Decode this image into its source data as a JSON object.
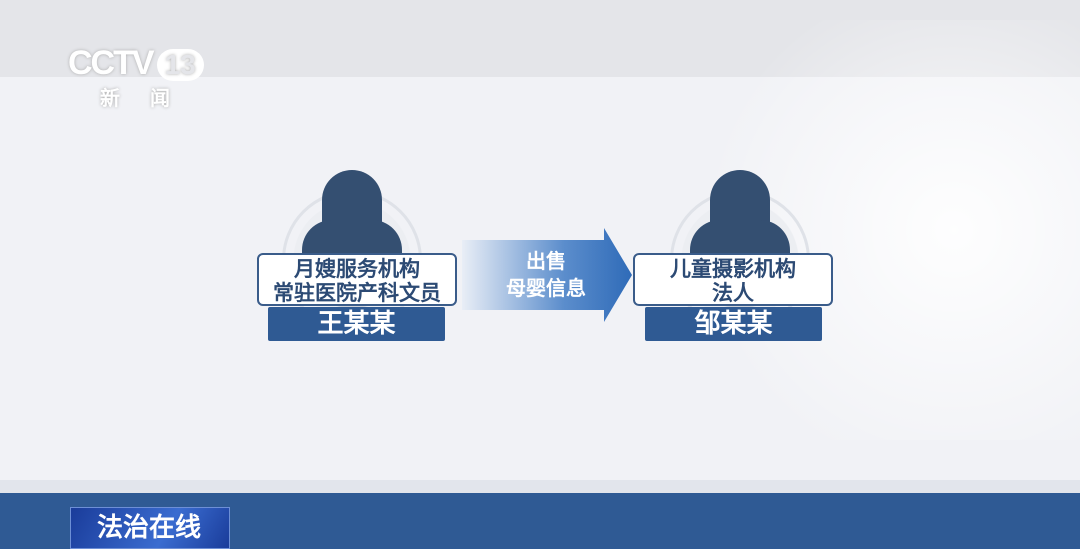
{
  "channel_logo": {
    "text": "CCTV",
    "number": "13",
    "subtitle": "新闻"
  },
  "diagram": {
    "left": {
      "role_line1": "月嫂服务机构",
      "role_line2": "常驻医院产科文员",
      "name": "王某某"
    },
    "arrow": {
      "line1": "出售",
      "line2": "母婴信息"
    },
    "right": {
      "role_line1": "儿童摄影机构",
      "role_line2": "法人",
      "name": "邹某某"
    }
  },
  "program": {
    "title": "法治在线"
  },
  "colors": {
    "silhouette": "#344f71",
    "plate": "#2f5a93",
    "bottom_bar": "#2f5a94"
  }
}
